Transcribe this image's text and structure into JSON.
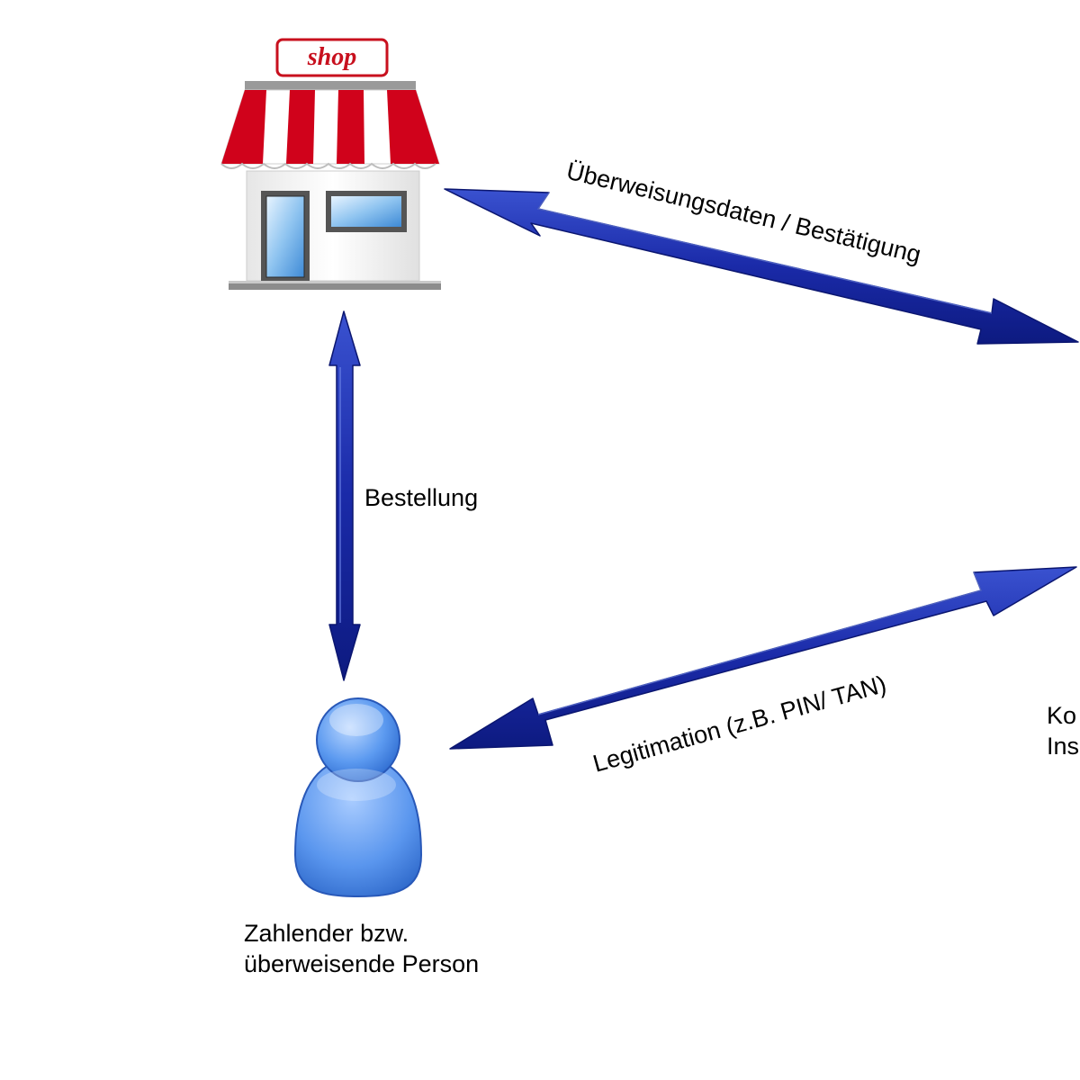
{
  "shop": {
    "sign_text": "shop"
  },
  "edges": {
    "shop_bank_label": "Überweisungsdaten / Bestätigung",
    "shop_person_label": "Bestellung",
    "person_bank_label": "Legitimation (z.B. PIN/ TAN)"
  },
  "person": {
    "caption_line1": "Zahlender bzw.",
    "caption_line2": "überweisende Person"
  },
  "bank": {
    "caption_line1": "Ko",
    "caption_line2": "Ins"
  },
  "colors": {
    "arrow": "#1a2aa8",
    "arrow_dark": "#0d1a80",
    "awning_red": "#d0021b",
    "person_blue": "#4a8be8"
  }
}
